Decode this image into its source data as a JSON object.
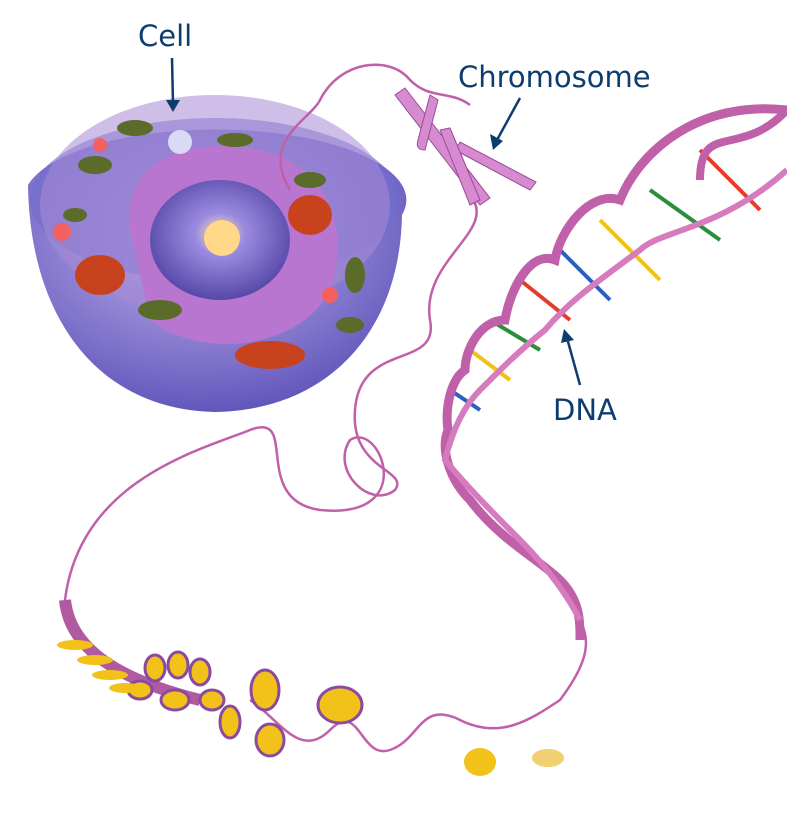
{
  "labels": {
    "cell": "Cell",
    "chromosome": "Chromosome",
    "dna": "DNA"
  },
  "colors": {
    "label": "#0d3d6e",
    "strand": "#c060a8",
    "nucleosome": "#f2c21a",
    "cell_membrane": "#7a78d8",
    "cell_interior": "#b48ad8"
  }
}
